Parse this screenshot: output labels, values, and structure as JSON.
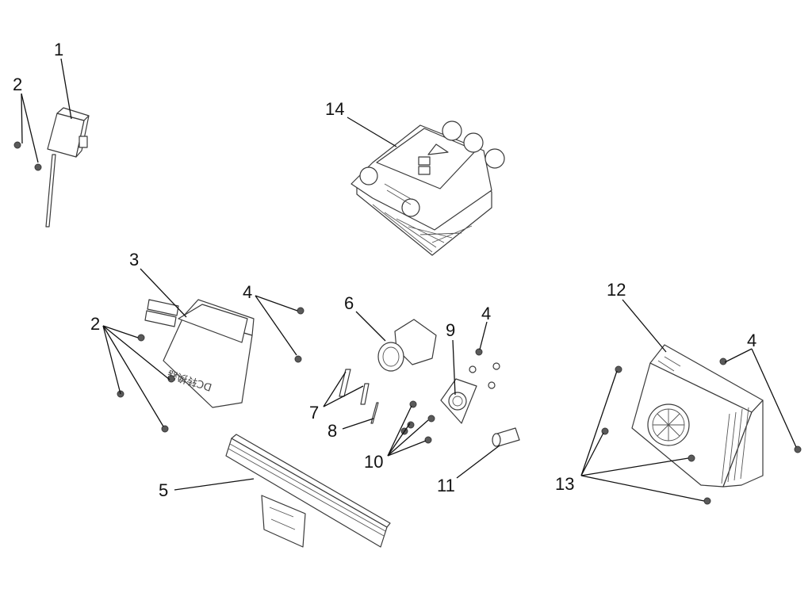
{
  "callouts": {
    "c1": "1",
    "c2a": "2",
    "c2b": "2",
    "c3": "3",
    "c4a": "4",
    "c4b": "4",
    "c4c": "4",
    "c5": "5",
    "c6": "6",
    "c7": "7",
    "c8": "8",
    "c9": "9",
    "c10": "10",
    "c11": "11",
    "c12": "12",
    "c13": "13",
    "c14": "14"
  },
  "part_markings": {
    "dc_converter": "DC转换器"
  },
  "colors": {
    "line": "#3a3a3a",
    "label": "#111111",
    "background": "#ffffff"
  }
}
